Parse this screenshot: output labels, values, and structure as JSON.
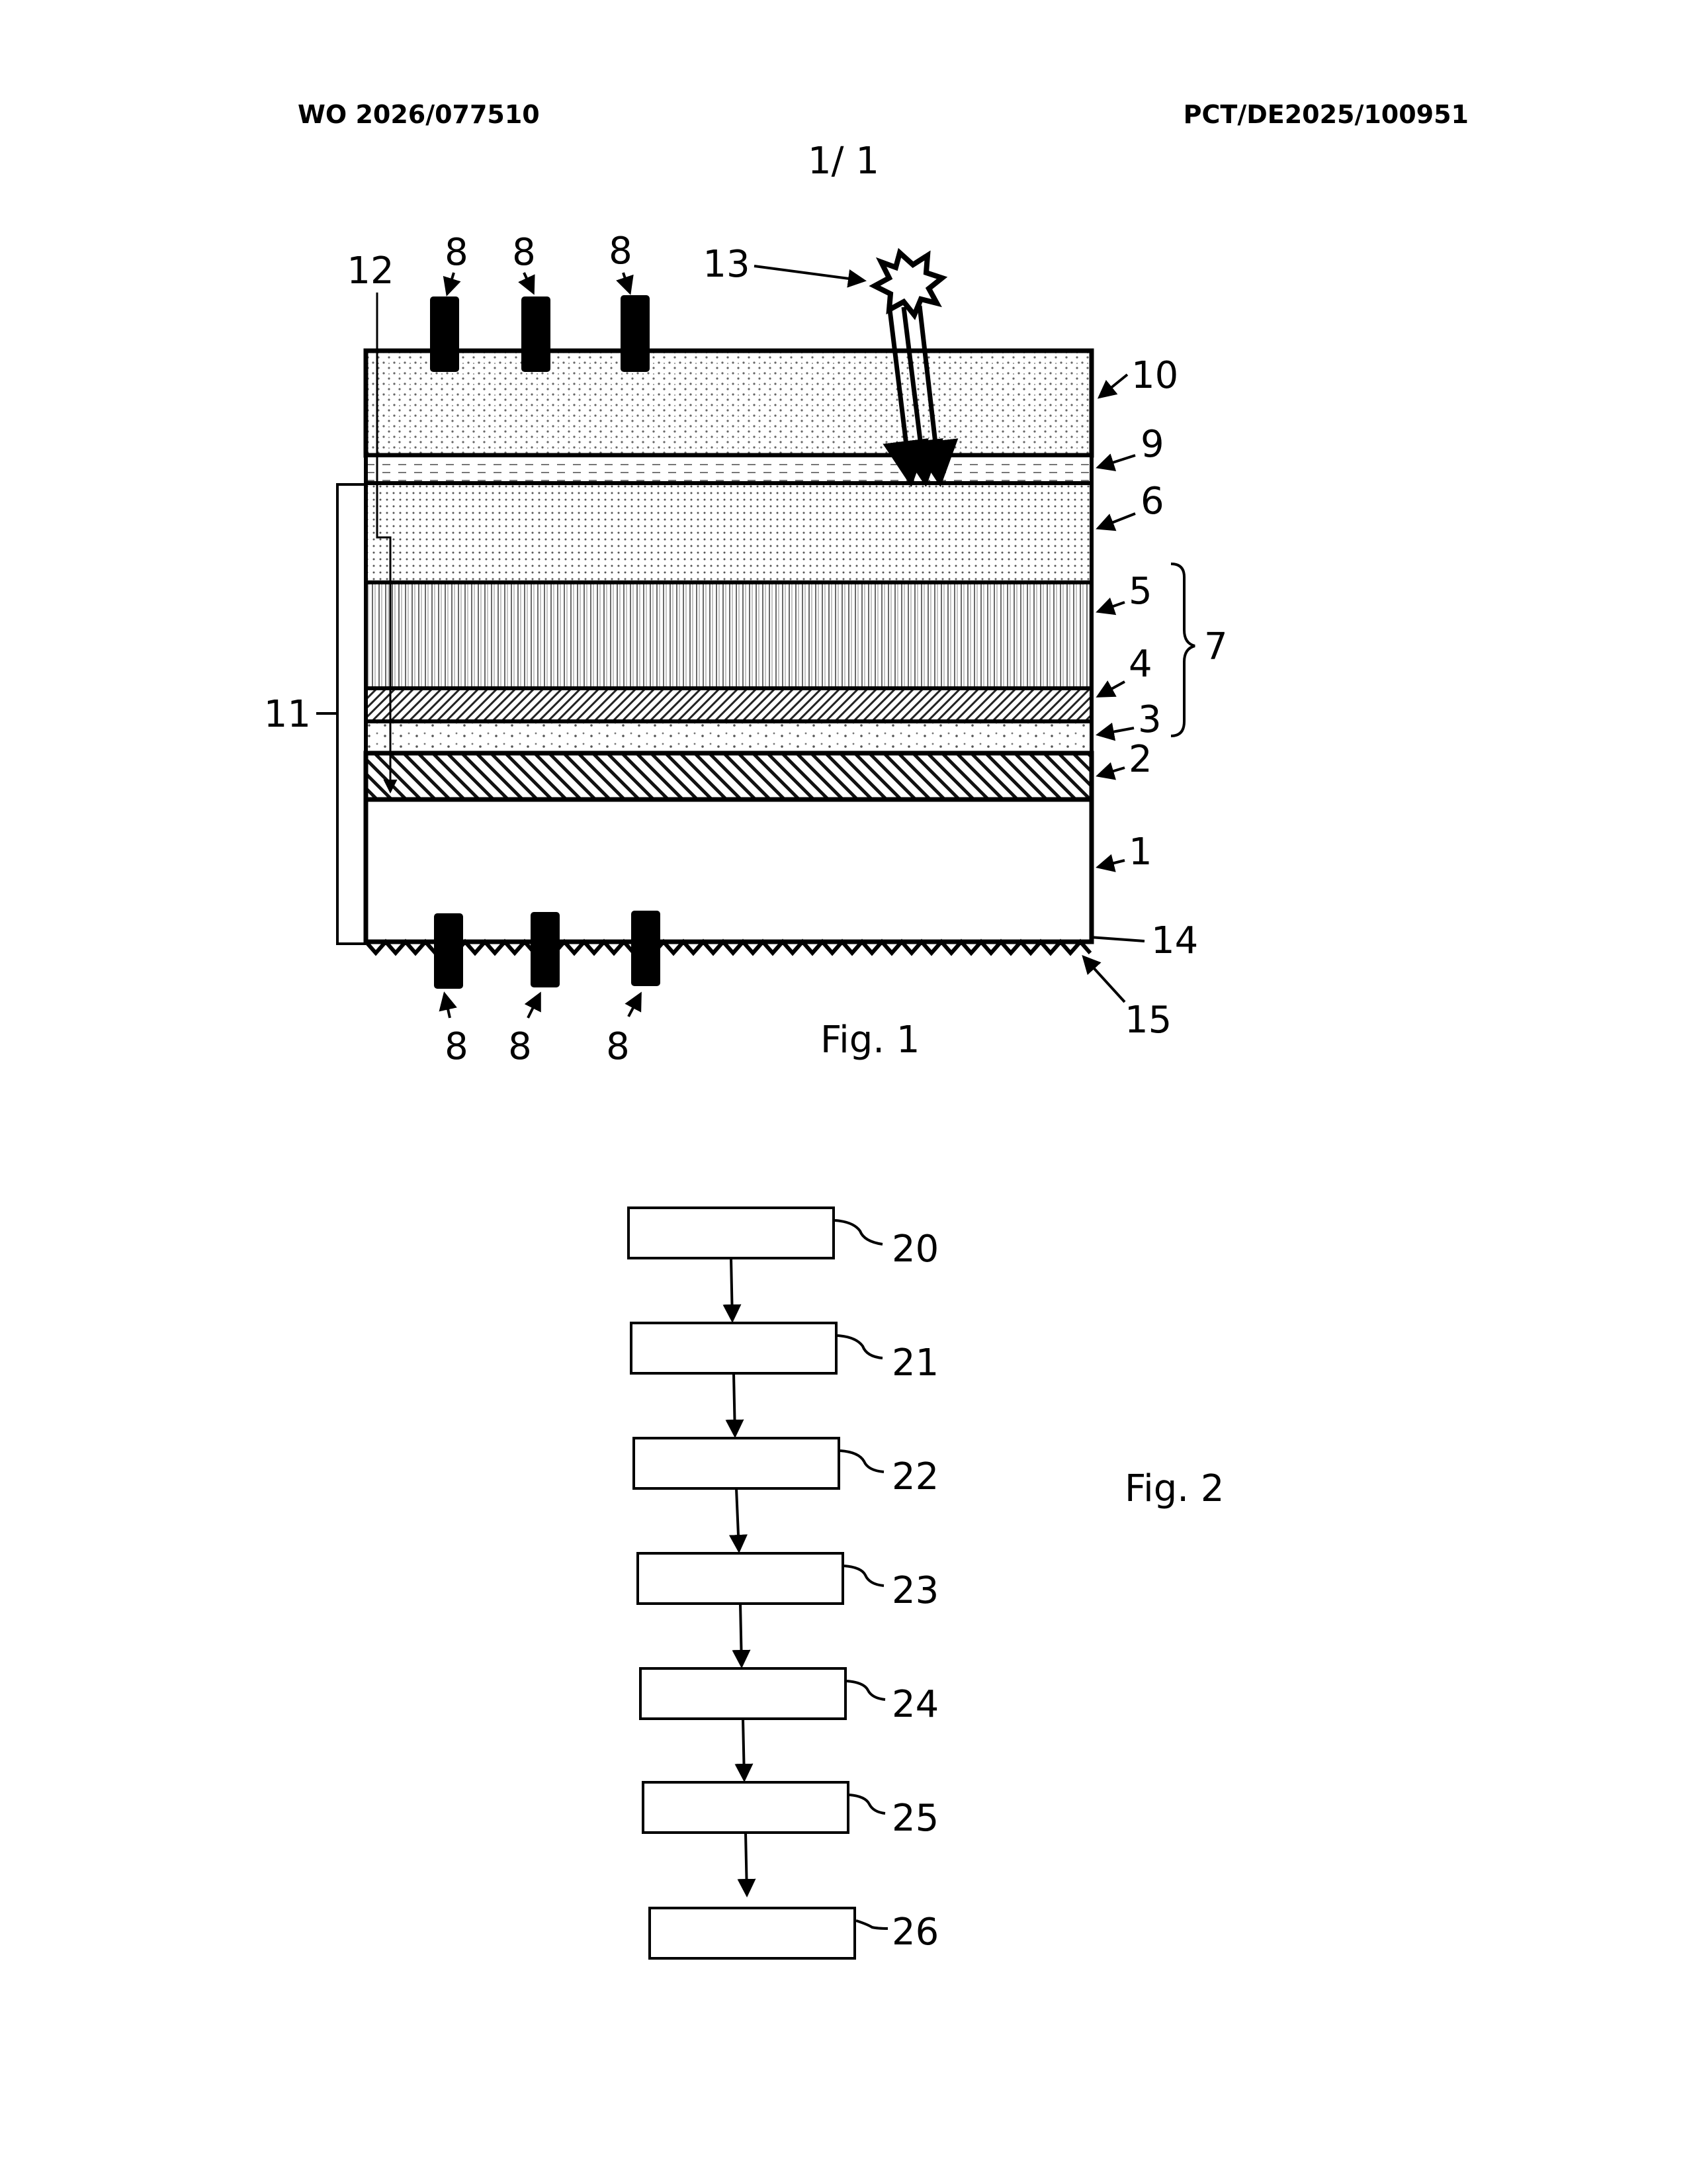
{
  "header": {
    "publication_number": "WO 2026/077510",
    "application_number": "PCT/DE2025/100951",
    "sheet_number": "1/ 1"
  },
  "fig1": {
    "caption": "Fig. 1",
    "labels": {
      "top_contacts": [
        "8",
        "8",
        "8"
      ],
      "bottom_contacts": [
        "8",
        "8",
        "8"
      ],
      "l12": "12",
      "l13": "13",
      "l10": "10",
      "l9": "9",
      "l6": "6",
      "l5": "5",
      "l4": "4",
      "l3": "3",
      "l2": "2",
      "l1": "1",
      "l7": "7",
      "l11": "11",
      "l14": "14",
      "l15": "15"
    }
  },
  "fig2": {
    "caption": "Fig. 2",
    "steps": [
      "20",
      "21",
      "22",
      "23",
      "24",
      "25",
      "26"
    ]
  }
}
